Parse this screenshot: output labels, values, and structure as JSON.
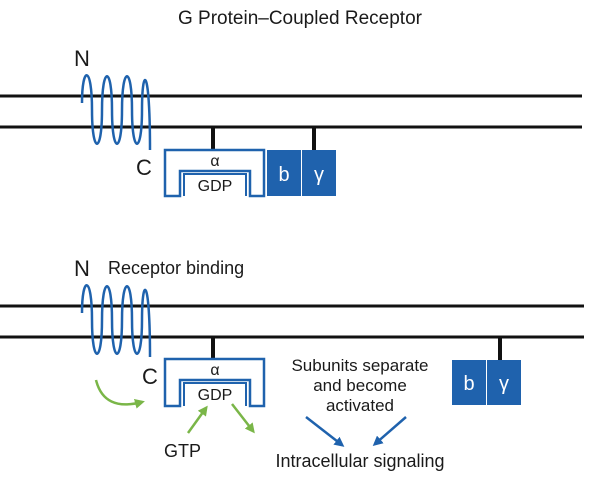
{
  "title": "G Protein–Coupled Receptor",
  "colors": {
    "blue": "#1f62ad",
    "green": "#7ab648",
    "line": "#111111"
  },
  "top": {
    "n_label": "N",
    "c_label": "C",
    "alpha": "α",
    "gdp": "GDP",
    "beta": "b",
    "gamma": "γ"
  },
  "bottom": {
    "n_label": "N",
    "receptor_binding": "Receptor binding",
    "c_label": "C",
    "alpha": "α",
    "gdp": "GDP",
    "beta": "b",
    "gamma": "γ",
    "subunits_line1": "Subunits separate",
    "subunits_line2": "and become",
    "subunits_line3": "activated",
    "gtp": "GTP",
    "intracellular": "Intracellular signaling"
  }
}
